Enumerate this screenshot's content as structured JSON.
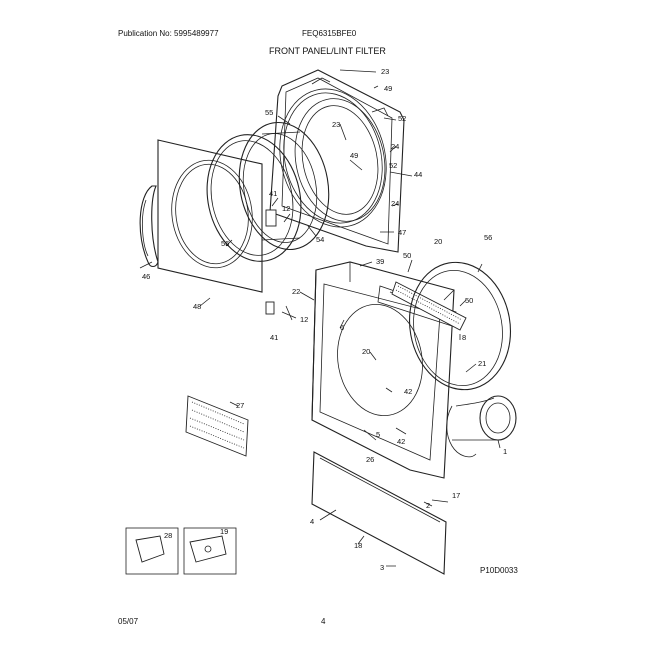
{
  "header": {
    "publication": "Publication No: 5995489977",
    "model": "FEQ6315BFE0",
    "section_title": "FRONT PANEL/LINT FILTER"
  },
  "footer": {
    "date": "05/07",
    "page_number": "4",
    "diagram_code": "P10D0033"
  },
  "callouts": {
    "c23a": "23",
    "c49a": "49",
    "c52a": "52",
    "c55": "55",
    "c23b": "23",
    "c24a": "24",
    "c49b": "49",
    "c52b": "52",
    "c44": "44",
    "c24b": "24",
    "c47": "47",
    "c41a": "41",
    "c12a": "12",
    "c56a": "56",
    "c54": "54",
    "c46": "46",
    "c48": "48",
    "c39": "39",
    "c20": "20",
    "c56b": "56",
    "c50a": "50",
    "c22": "22",
    "c50b": "50",
    "c6": "6",
    "c8": "8",
    "c12b": "12",
    "c41b": "41",
    "c21": "21",
    "c20b": "20",
    "c42a": "42",
    "c27": "27",
    "c1": "1",
    "c5": "5",
    "c42b": "42",
    "c26": "26",
    "c17": "17",
    "c2": "2",
    "c4": "4",
    "c18": "18",
    "c3": "3",
    "c28": "28",
    "c19": "19"
  }
}
